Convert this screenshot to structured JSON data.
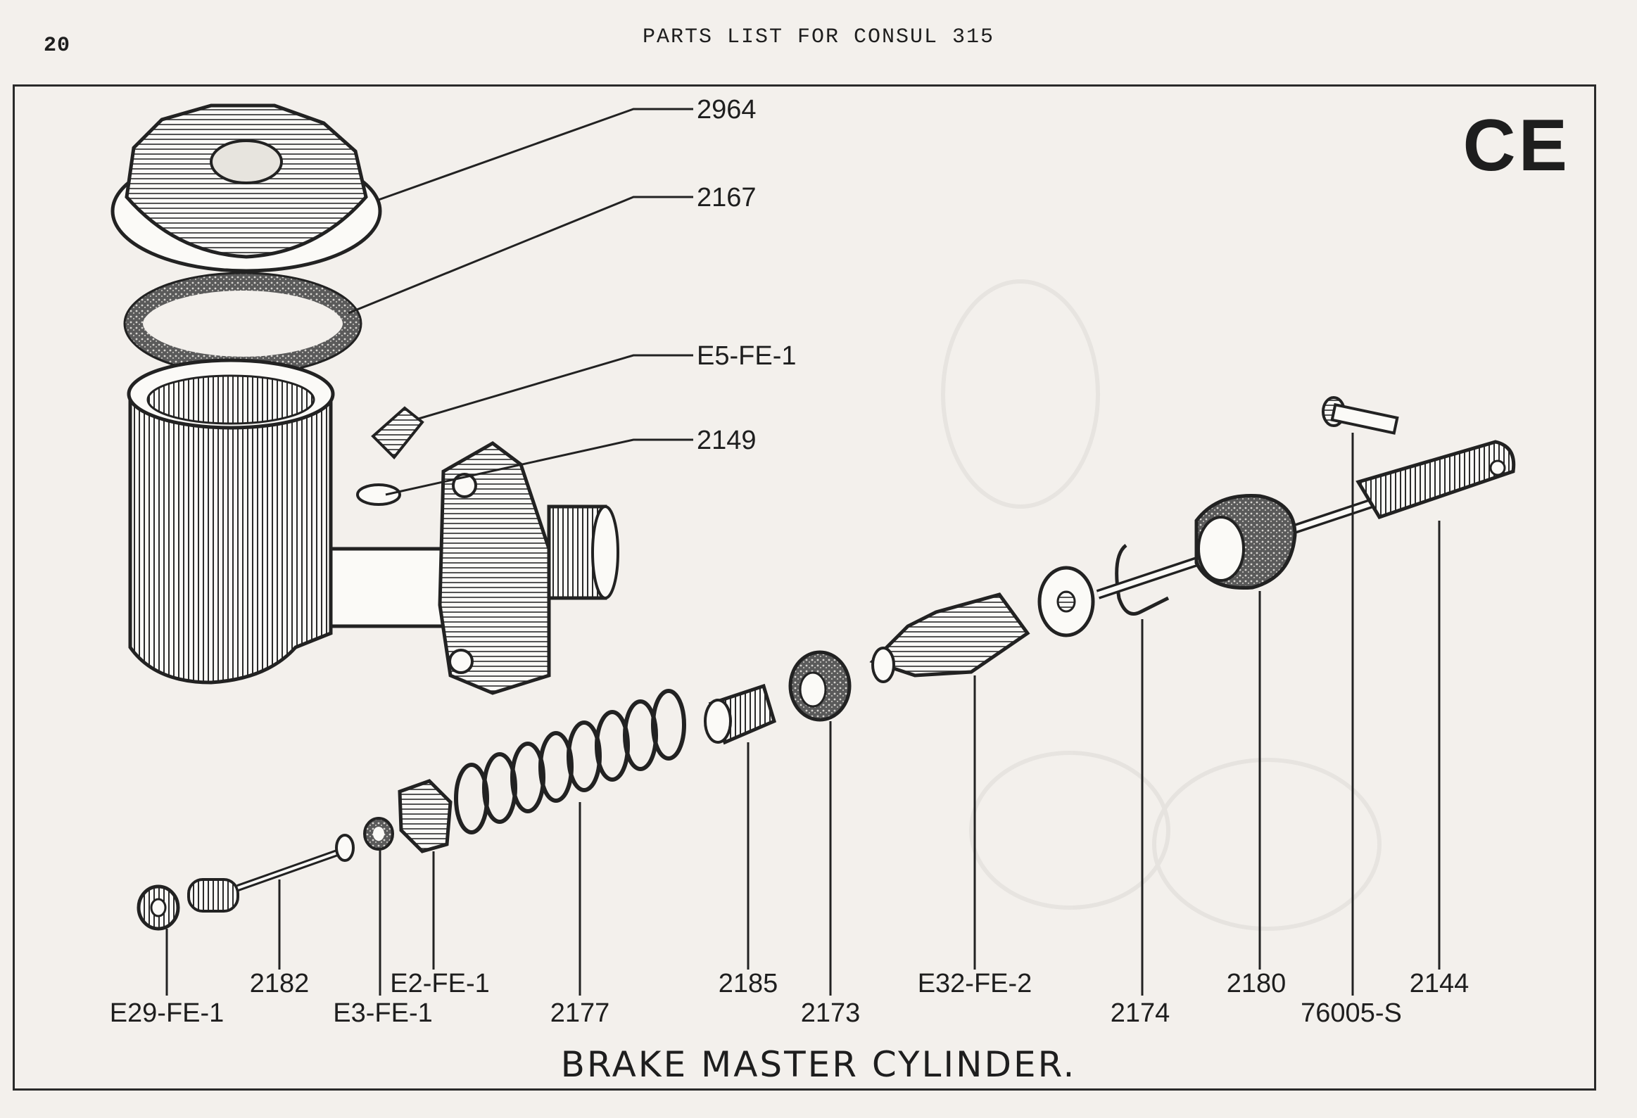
{
  "page": {
    "number": "20",
    "header": "PARTS LIST FOR CONSUL 315",
    "section_code": "CE",
    "title": "BRAKE MASTER CYLINDER."
  },
  "parts": [
    {
      "id": "cap",
      "label": "2964"
    },
    {
      "id": "cap-gasket",
      "label": "2167"
    },
    {
      "id": "union",
      "label": "E5-FE-1"
    },
    {
      "id": "union-washer",
      "label": "2149"
    },
    {
      "id": "end-plug",
      "label": "E29-FE-1"
    },
    {
      "id": "valve-stem",
      "label": "2182"
    },
    {
      "id": "seal",
      "label": "E3-FE-1"
    },
    {
      "id": "valve-housing",
      "label": "E2-FE-1"
    },
    {
      "id": "spring",
      "label": "2177"
    },
    {
      "id": "spring-retainer",
      "label": "2185"
    },
    {
      "id": "primary-cup",
      "label": "2173"
    },
    {
      "id": "piston",
      "label": "E32-FE-2"
    },
    {
      "id": "circlip",
      "label": "2174"
    },
    {
      "id": "boot",
      "label": "2180"
    },
    {
      "id": "clevis-pin",
      "label": "76005-S"
    },
    {
      "id": "push-rod",
      "label": "2144"
    }
  ]
}
